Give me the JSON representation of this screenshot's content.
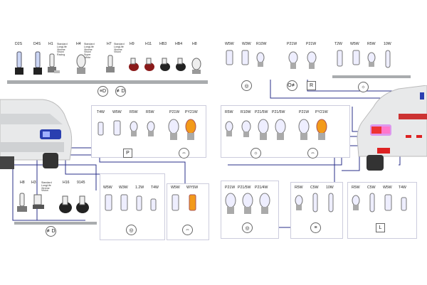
{
  "symbols": {
    "low_beam_icon": "≡D",
    "front_fog_icon": "≢D",
    "side_light_icon": "P",
    "indicator_icon": "⇔",
    "fog_rear_icon": "O≢",
    "reverse_icon": "R",
    "brake_icon": "(O)",
    "interior_icon": "☼",
    "license_icon": "≡",
    "boot_icon": "L",
    "dash_icon": "◎"
  },
  "top_left": {
    "labels": [
      "D2S",
      "D4S",
      "H1",
      "Standard\nLongLife\nXtreme\nVision\nRacing",
      "H4",
      "Standard\nLongLife\nXtreme\nVision\nSuper\nWhite",
      "H7",
      "Standard\nLongLife\nXtreme\nVision",
      "H9",
      "H11",
      "HB3",
      "HB4",
      "H8"
    ]
  },
  "top_right_a": {
    "labels": [
      "W5W",
      "W3W",
      "R10W"
    ]
  },
  "top_right_b": {
    "labels": [
      "P21W",
      "P21W"
    ]
  },
  "top_right_c": {
    "labels": [
      "T2W",
      "W5W",
      "R5W",
      "10W"
    ]
  },
  "mid_left": {
    "labels": [
      "T4W",
      "W5W",
      "R5W",
      "R5W",
      "P21W",
      "PY21W"
    ]
  },
  "mid_right": {
    "labels": [
      "R5W",
      "R10W",
      "P21/5W",
      "P21/5W",
      "P21W",
      "PY21W"
    ]
  },
  "bottom_left_a": {
    "labels": [
      "H8",
      "H3",
      "H16",
      "9145"
    ],
    "note": "Standard\nLongLife\nXtreme\nVision"
  },
  "bottom_left_b": {
    "labels": [
      "W5W",
      "W3W",
      "1.2W",
      "T4W"
    ]
  },
  "bottom_left_c": {
    "labels": [
      "W5W",
      "WY5W"
    ]
  },
  "bottom_right_a": {
    "labels": [
      "P21W",
      "P21/5W",
      "P21/4W"
    ]
  },
  "bottom_right_b": {
    "labels": [
      "R5W",
      "C5W",
      "10W"
    ]
  },
  "bottom_right_c": {
    "labels": [
      "R5W",
      "C5W",
      "W5W",
      "T4W"
    ]
  }
}
